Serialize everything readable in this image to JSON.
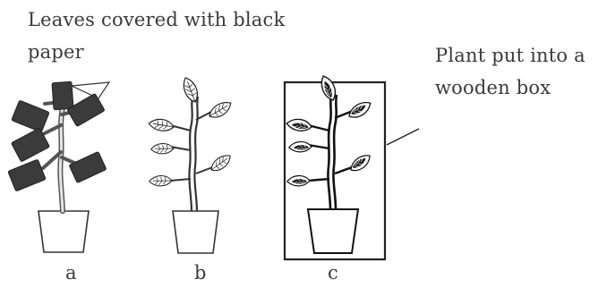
{
  "labels": {
    "black_paper_line1": "Leaves covered with black",
    "black_paper_line2": "paper",
    "wooden_box_line1": "Plant put into a",
    "wooden_box_line2": "wooden box"
  },
  "plants": {
    "a": "a",
    "b": "b",
    "c": "c"
  }
}
